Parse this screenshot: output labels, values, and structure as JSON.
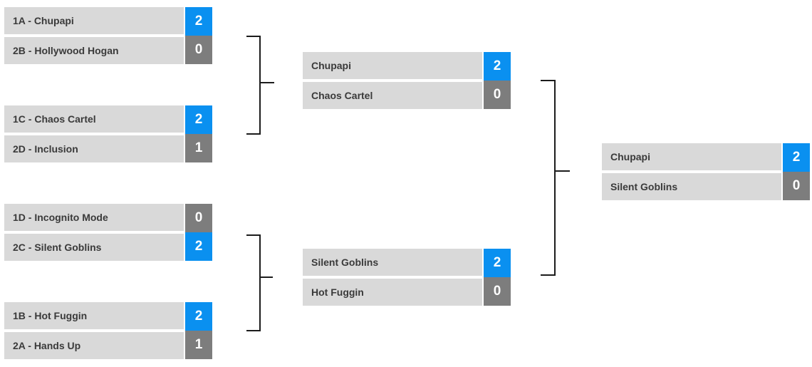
{
  "colors": {
    "winner_score_bg": "#0a90f0",
    "loser_score_bg": "#7d7d7d",
    "team_row_bg": "#d9d9d9",
    "team_text": "#3a3a3a",
    "score_text": "#ffffff",
    "connector_line": "#1c1c1c"
  },
  "bracket": {
    "rounds": [
      {
        "matches": [
          {
            "teams": [
              {
                "label": "1A - Chupapi",
                "score": "2",
                "winner": true
              },
              {
                "label": "2B - Hollywood Hogan",
                "score": "0",
                "winner": false
              }
            ]
          },
          {
            "teams": [
              {
                "label": "1C - Chaos Cartel",
                "score": "2",
                "winner": true
              },
              {
                "label": "2D - Inclusion",
                "score": "1",
                "winner": false
              }
            ]
          },
          {
            "teams": [
              {
                "label": "1D - Incognito Mode",
                "score": "0",
                "winner": false
              },
              {
                "label": "2C - Silent Goblins",
                "score": "2",
                "winner": true
              }
            ]
          },
          {
            "teams": [
              {
                "label": "1B - Hot Fuggin",
                "score": "2",
                "winner": true
              },
              {
                "label": "2A - Hands Up",
                "score": "1",
                "winner": false
              }
            ]
          }
        ]
      },
      {
        "matches": [
          {
            "teams": [
              {
                "label": "Chupapi",
                "score": "2",
                "winner": true
              },
              {
                "label": "Chaos Cartel",
                "score": "0",
                "winner": false
              }
            ]
          },
          {
            "teams": [
              {
                "label": "Silent Goblins",
                "score": "2",
                "winner": true
              },
              {
                "label": "Hot Fuggin",
                "score": "0",
                "winner": false
              }
            ]
          }
        ]
      },
      {
        "matches": [
          {
            "teams": [
              {
                "label": "Chupapi",
                "score": "2",
                "winner": true
              },
              {
                "label": "Silent Goblins",
                "score": "0",
                "winner": false
              }
            ]
          }
        ]
      }
    ]
  }
}
